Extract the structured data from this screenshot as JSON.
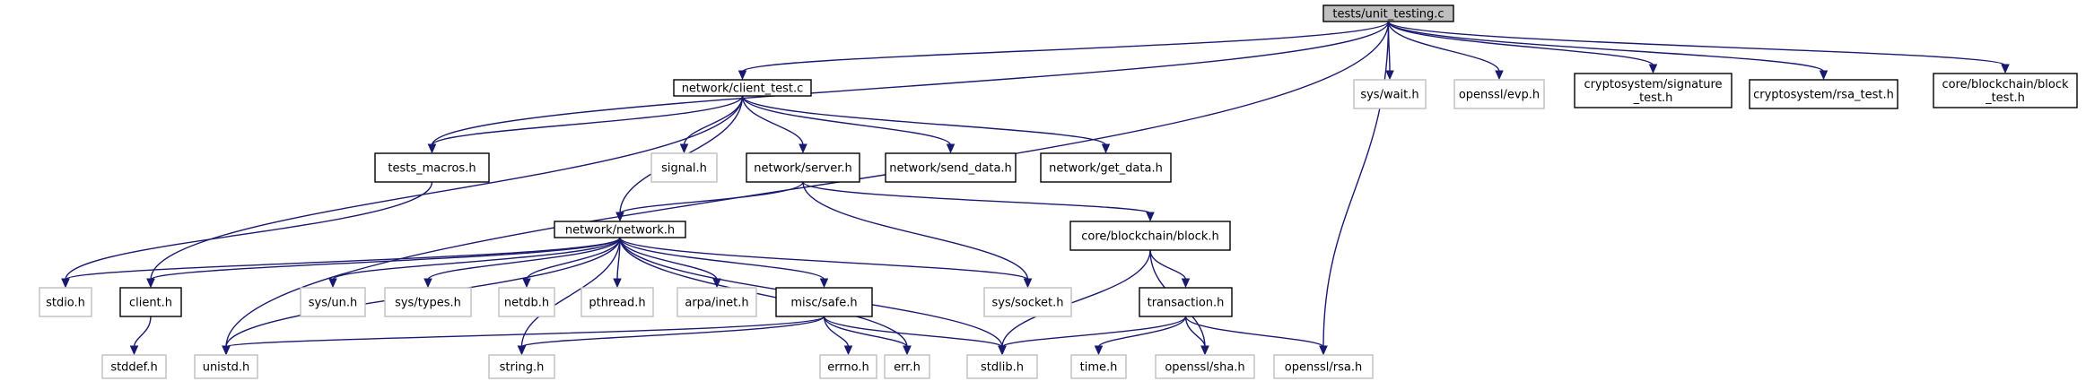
{
  "colors": {
    "edge": "#191970",
    "root_fill": "#bfbfbf",
    "project_stroke": "#000000",
    "system_stroke": "#bfbfbf",
    "system_text": "#8c8c8c",
    "text": "#000000"
  },
  "nodes": [
    {
      "id": "unit_testing",
      "lines": [
        "tests/unit_testing.c"
      ],
      "kind": "root"
    },
    {
      "id": "client_test",
      "lines": [
        "network/client_test.c"
      ],
      "kind": "project"
    },
    {
      "id": "sys_wait",
      "lines": [
        "sys/wait.h"
      ],
      "kind": "system"
    },
    {
      "id": "openssl_evp",
      "lines": [
        "openssl/evp.h"
      ],
      "kind": "system"
    },
    {
      "id": "signature_test",
      "lines": [
        "cryptosystem/signature",
        "_test.h"
      ],
      "kind": "project"
    },
    {
      "id": "rsa_test",
      "lines": [
        "cryptosystem/rsa_test.h"
      ],
      "kind": "project"
    },
    {
      "id": "block_test",
      "lines": [
        "core/blockchain/block",
        "_test.h"
      ],
      "kind": "project"
    },
    {
      "id": "tests_macros",
      "lines": [
        "tests_macros.h"
      ],
      "kind": "project"
    },
    {
      "id": "signal",
      "lines": [
        "signal.h"
      ],
      "kind": "system"
    },
    {
      "id": "server",
      "lines": [
        "network/server.h"
      ],
      "kind": "project"
    },
    {
      "id": "send_data",
      "lines": [
        "network/send_data.h"
      ],
      "kind": "project"
    },
    {
      "id": "get_data",
      "lines": [
        "network/get_data.h"
      ],
      "kind": "project"
    },
    {
      "id": "network",
      "lines": [
        "network/network.h"
      ],
      "kind": "project"
    },
    {
      "id": "block",
      "lines": [
        "core/blockchain/block.h"
      ],
      "kind": "project"
    },
    {
      "id": "stdio",
      "lines": [
        "stdio.h"
      ],
      "kind": "system"
    },
    {
      "id": "client",
      "lines": [
        "client.h"
      ],
      "kind": "project"
    },
    {
      "id": "sys_un",
      "lines": [
        "sys/un.h"
      ],
      "kind": "system"
    },
    {
      "id": "sys_types",
      "lines": [
        "sys/types.h"
      ],
      "kind": "system"
    },
    {
      "id": "netdb",
      "lines": [
        "netdb.h"
      ],
      "kind": "system"
    },
    {
      "id": "pthread",
      "lines": [
        "pthread.h"
      ],
      "kind": "system"
    },
    {
      "id": "arpa_inet",
      "lines": [
        "arpa/inet.h"
      ],
      "kind": "system"
    },
    {
      "id": "misc_safe",
      "lines": [
        "misc/safe.h"
      ],
      "kind": "project"
    },
    {
      "id": "sys_socket",
      "lines": [
        "sys/socket.h"
      ],
      "kind": "system"
    },
    {
      "id": "transaction",
      "lines": [
        "transaction.h"
      ],
      "kind": "project"
    },
    {
      "id": "stddef",
      "lines": [
        "stddef.h"
      ],
      "kind": "system"
    },
    {
      "id": "unistd",
      "lines": [
        "unistd.h"
      ],
      "kind": "system"
    },
    {
      "id": "string",
      "lines": [
        "string.h"
      ],
      "kind": "system"
    },
    {
      "id": "errno",
      "lines": [
        "errno.h"
      ],
      "kind": "system"
    },
    {
      "id": "err",
      "lines": [
        "err.h"
      ],
      "kind": "system"
    },
    {
      "id": "stdlib",
      "lines": [
        "stdlib.h"
      ],
      "kind": "system"
    },
    {
      "id": "time",
      "lines": [
        "time.h"
      ],
      "kind": "system"
    },
    {
      "id": "openssl_sha",
      "lines": [
        "openssl/sha.h"
      ],
      "kind": "system"
    },
    {
      "id": "openssl_rsa",
      "lines": [
        "openssl/rsa.h"
      ],
      "kind": "system"
    }
  ],
  "edges": [
    {
      "from": "unit_testing",
      "to": "client_test"
    },
    {
      "from": "unit_testing",
      "to": "sys_wait"
    },
    {
      "from": "unit_testing",
      "to": "openssl_evp"
    },
    {
      "from": "unit_testing",
      "to": "signature_test"
    },
    {
      "from": "unit_testing",
      "to": "rsa_test"
    },
    {
      "from": "unit_testing",
      "to": "block_test"
    },
    {
      "from": "unit_testing",
      "to": "tests_macros"
    },
    {
      "from": "unit_testing",
      "to": "unistd"
    },
    {
      "from": "unit_testing",
      "to": "openssl_rsa"
    },
    {
      "from": "client_test",
      "to": "tests_macros"
    },
    {
      "from": "client_test",
      "to": "signal"
    },
    {
      "from": "client_test",
      "to": "server"
    },
    {
      "from": "client_test",
      "to": "send_data"
    },
    {
      "from": "client_test",
      "to": "get_data"
    },
    {
      "from": "client_test",
      "to": "network"
    },
    {
      "from": "client_test",
      "to": "client"
    },
    {
      "from": "tests_macros",
      "to": "stdio"
    },
    {
      "from": "server",
      "to": "network"
    },
    {
      "from": "server",
      "to": "block"
    },
    {
      "from": "server",
      "to": "sys_socket"
    },
    {
      "from": "network",
      "to": "stdio"
    },
    {
      "from": "network",
      "to": "client"
    },
    {
      "from": "network",
      "to": "sys_un"
    },
    {
      "from": "network",
      "to": "sys_types"
    },
    {
      "from": "network",
      "to": "netdb"
    },
    {
      "from": "network",
      "to": "pthread"
    },
    {
      "from": "network",
      "to": "arpa_inet"
    },
    {
      "from": "network",
      "to": "misc_safe"
    },
    {
      "from": "network",
      "to": "sys_socket"
    },
    {
      "from": "network",
      "to": "unistd"
    },
    {
      "from": "network",
      "to": "string"
    },
    {
      "from": "network",
      "to": "err"
    },
    {
      "from": "network",
      "to": "stdlib"
    },
    {
      "from": "block",
      "to": "transaction"
    },
    {
      "from": "block",
      "to": "stdlib"
    },
    {
      "from": "block",
      "to": "openssl_sha"
    },
    {
      "from": "client",
      "to": "stddef"
    },
    {
      "from": "misc_safe",
      "to": "unistd"
    },
    {
      "from": "misc_safe",
      "to": "string"
    },
    {
      "from": "misc_safe",
      "to": "errno"
    },
    {
      "from": "misc_safe",
      "to": "err"
    },
    {
      "from": "misc_safe",
      "to": "stdlib"
    },
    {
      "from": "transaction",
      "to": "stdlib"
    },
    {
      "from": "transaction",
      "to": "time"
    },
    {
      "from": "transaction",
      "to": "openssl_sha"
    },
    {
      "from": "transaction",
      "to": "openssl_rsa"
    }
  ]
}
